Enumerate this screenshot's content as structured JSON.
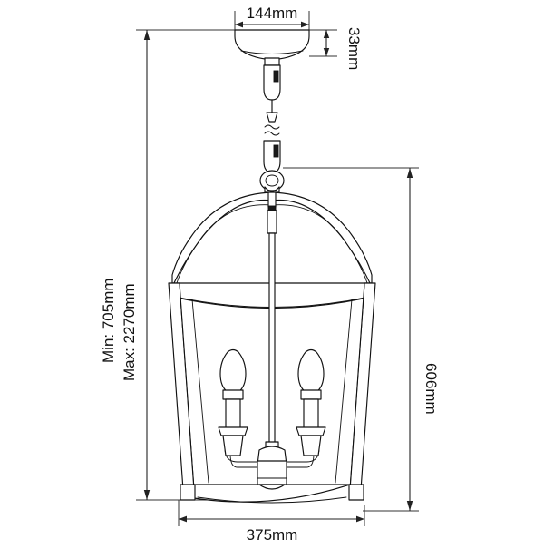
{
  "drawing": {
    "title": "Pendant lantern technical dimension drawing",
    "background_color": "#ffffff",
    "line_color": "#111111",
    "text_color": "#111111",
    "units": "mm"
  },
  "dimensions": {
    "canopy_width": {
      "label": "144mm",
      "value": 144,
      "orientation": "horizontal",
      "position": "top"
    },
    "canopy_height": {
      "label": "33mm",
      "value": 33,
      "orientation": "vertical-rotated",
      "position": "top-right"
    },
    "overall_height_min": {
      "label": "Min: 705mm",
      "value": 705,
      "orientation": "vertical-rotated",
      "position": "left"
    },
    "overall_height_max": {
      "label": "Max: 2270mm",
      "value": 2270,
      "orientation": "vertical-rotated",
      "position": "left"
    },
    "fixture_height": {
      "label": "606mm",
      "value": 606,
      "orientation": "vertical-rotated",
      "position": "right"
    },
    "fixture_width": {
      "label": "375mm",
      "value": 375,
      "orientation": "horizontal",
      "position": "bottom"
    }
  },
  "fixture": {
    "type": "lantern-pendant",
    "canopy": "shallow-dome-canopy",
    "suspension": "adjustable-chain-with-break-symbol",
    "frame": "pagoda-curved-lantern-cage",
    "lamp_count": 2,
    "lamp_style": "candle-flame-bulb",
    "base": "concave-bottom-rail-with-corner-feet"
  }
}
